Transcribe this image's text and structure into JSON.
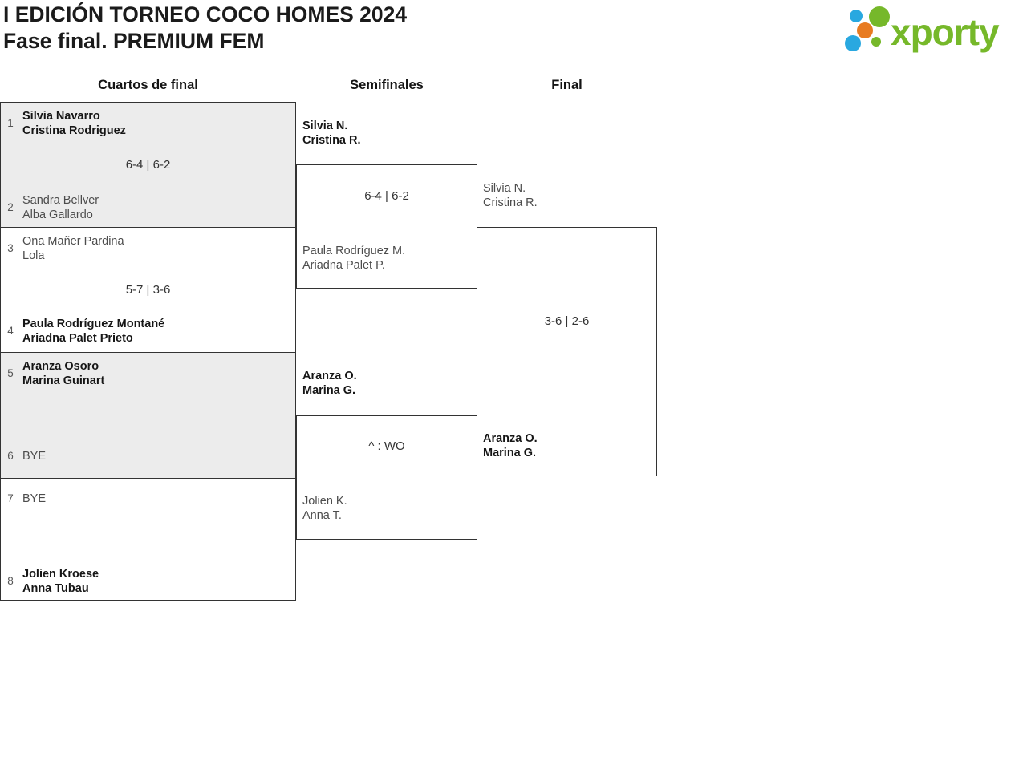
{
  "header": {
    "title_line1": "I EDICIÓN TORNEO COCO HOMES 2024",
    "title_line2": "Fase final. PREMIUM FEM"
  },
  "logo": {
    "text": "xporty",
    "colors": {
      "green": "#76b82a",
      "blue": "#29a8e0",
      "orange": "#e87b21"
    }
  },
  "round_headers": {
    "quarterfinals": "Cuartos de final",
    "semifinals": "Semifinales",
    "final": "Final"
  },
  "quarterfinals": [
    {
      "seed_top": "1",
      "team_top_1": "Silvia Navarro",
      "team_top_2": "Cristina Rodriguez",
      "score": "6-4 | 6-2",
      "seed_bottom": "2",
      "team_bottom_1": "Sandra Bellver",
      "team_bottom_2": "Alba Gallardo"
    },
    {
      "seed_top": "3",
      "team_top_1": "Ona Mañer Pardina",
      "team_top_2": "Lola",
      "score": "5-7 | 3-6",
      "seed_bottom": "4",
      "team_bottom_1": "Paula Rodríguez Montané",
      "team_bottom_2": "Ariadna Palet Prieto"
    },
    {
      "seed_top": "5",
      "team_top_1": "Aranza Osoro",
      "team_top_2": "Marina Guinart",
      "seed_bottom": "6",
      "team_bottom_1": "BYE"
    },
    {
      "seed_top": "7",
      "team_top_1": "BYE",
      "seed_bottom": "8",
      "team_bottom_1": "Jolien Kroese",
      "team_bottom_2": "Anna Tubau"
    }
  ],
  "semifinals": [
    {
      "team_top_1": "Silvia N.",
      "team_top_2": "Cristina R.",
      "score": "6-4 | 6-2",
      "team_bottom_1": "Paula Rodríguez M.",
      "team_bottom_2": "Ariadna Palet P."
    },
    {
      "team_top_1": "Aranza O.",
      "team_top_2": "Marina G.",
      "score": "^ : WO",
      "team_bottom_1": "Jolien K.",
      "team_bottom_2": "Anna T."
    }
  ],
  "final": {
    "team_top_1": "Silvia N.",
    "team_top_2": "Cristina R.",
    "score": "3-6 | 2-6",
    "team_bottom_1": "Aranza O.",
    "team_bottom_2": "Marina G."
  }
}
